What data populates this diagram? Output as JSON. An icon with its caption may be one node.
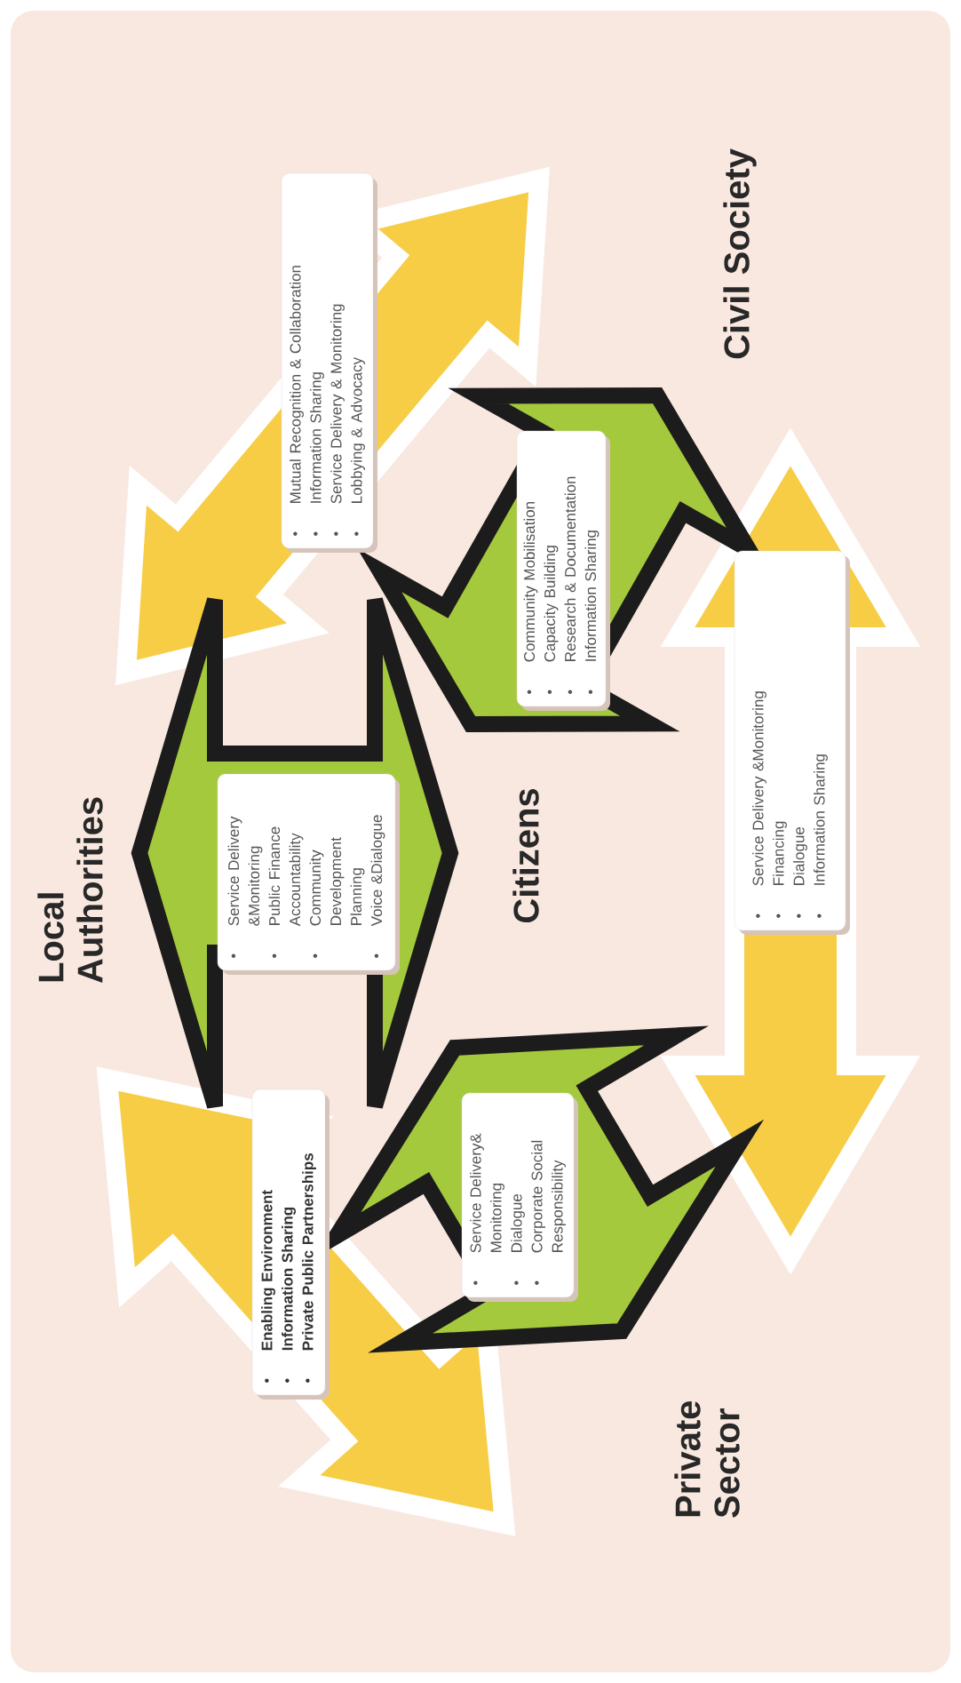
{
  "diagram": {
    "nodes": [
      {
        "text": [
          "Local Authorities"
        ]
      },
      {
        "text": [
          "Civil Society"
        ]
      },
      {
        "text": [
          "Citizens"
        ]
      },
      {
        "text": [
          "Private Sector"
        ]
      },
      {
        "text": [
          "Mutual Recognition & Collaboration",
          "Information Sharing",
          "Service Delivery & Monitoring",
          "Lobbying & Advocacy"
        ]
      },
      {
        "text": [
          "Community Mobilisation",
          "Capacity Building",
          "Research & Documentation",
          "Information Sharing"
        ]
      },
      {
        "text": [
          "Service Delivery &Monitoring",
          "Public Finance Accountability",
          "Community Development Planning",
          "Voice &Dialogue"
        ]
      },
      {
        "text": [
          "Service Delivery &Monitoring",
          "Financing",
          "Dialogue",
          "Information Sharing"
        ]
      },
      {
        "text": [
          "Enabling Environment",
          "Information Sharing",
          "Private Public Partnerships"
        ]
      },
      {
        "text": [
          "Service Delivery& Monitoring",
          "Dialogue",
          "Corporate Social Responsibility"
        ]
      }
    ],
    "edges": [
      {
        "from": 0,
        "to": 1,
        "arrow": "both",
        "color": "#f7cd46"
      },
      {
        "from": 0,
        "to": 3,
        "arrow": "both",
        "color": "#f7cd46"
      },
      {
        "from": 1,
        "to": 3,
        "arrow": "both",
        "color": "#f7cd46"
      },
      {
        "from": 0,
        "to": 2,
        "arrow": "both",
        "color": "#a5c93c"
      },
      {
        "from": 2,
        "to": 1,
        "arrow": "both",
        "color": "#a5c93c"
      },
      {
        "from": 2,
        "to": 3,
        "arrow": "both",
        "color": "#a5c93c"
      }
    ]
  }
}
